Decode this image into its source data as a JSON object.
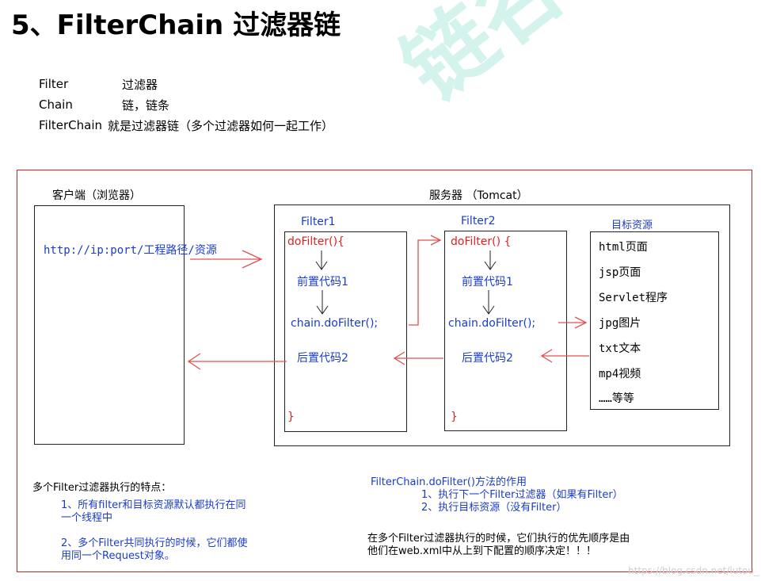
{
  "title": "5、FilterChain 过滤器链",
  "watermark": "链谷",
  "definitions": [
    {
      "term": "Filter",
      "meaning": "过滤器"
    },
    {
      "term": "Chain",
      "meaning": "链，链条"
    },
    {
      "term": "FilterChain",
      "meaning": "就是过滤器链（多个过滤器如何一起工作）"
    }
  ],
  "diagram": {
    "client_label": "客户端（浏览器）",
    "server_label": "服务器 （Tomcat）",
    "request_url": "http://ip:port/工程路径/资源",
    "filter1": {
      "title": "Filter1",
      "open": "doFilter(){",
      "pre": "前置代码1",
      "chain": "chain.doFilter();",
      "post": "后置代码2",
      "close": "}"
    },
    "filter2": {
      "title": "Filter2",
      "open": "doFilter() {",
      "pre": "前置代码1",
      "chain": "chain.doFilter();",
      "post": "后置代码2",
      "close": "}"
    },
    "target": {
      "title": "目标资源",
      "items": [
        "html页面",
        "jsp页面",
        "Servlet程序",
        "jpg图片",
        "txt文本",
        "mp4视频",
        "……等等"
      ]
    }
  },
  "notes_left": {
    "heading": "多个Filter过滤器执行的特点：",
    "line1": "1、所有filter和目标资源默认都执行在同",
    "line1b": "一个线程中",
    "line2": "2、多个Filter共同执行的时候，它们都使",
    "line2b": "用同一个Request对象。"
  },
  "notes_right": {
    "heading": "FilterChain.doFilter()方法的作用",
    "line1": "1、执行下一个Filter过滤器（如果有Filter）",
    "line2": "2、执行目标资源（没有Filter）",
    "line3": "在多个Filter过滤器执行的时候，它们执行的优先顺序是由",
    "line4": "他们在web.xml中从上到下配置的顺序决定！！！"
  },
  "source_mark": "https://blog.csdn.net/lutou_"
}
